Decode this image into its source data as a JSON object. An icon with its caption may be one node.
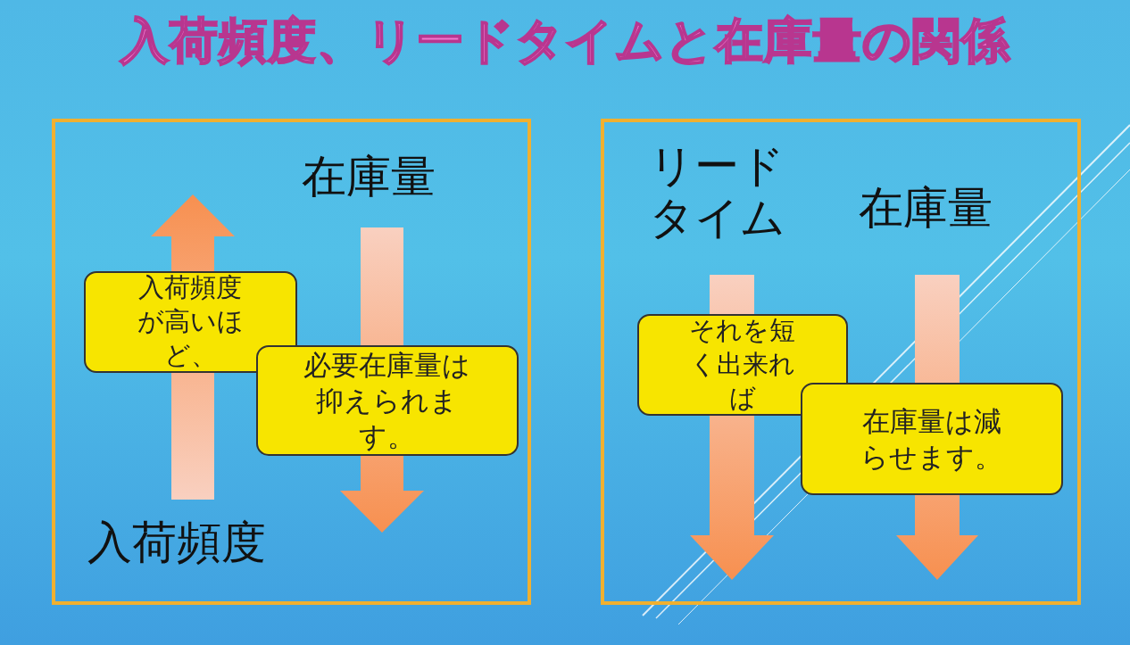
{
  "diagram": {
    "title": "入荷頻度、リードタイムと在庫量の関係",
    "nodes": [
      {
        "text": [],
        "shape": "box"
      },
      {
        "text": [
          "入荷頻度が高いほど、"
        ],
        "in": 0
      },
      {
        "text": [
          "必要在庫量は抑えられます。"
        ],
        "in": 0
      },
      {
        "text": [],
        "shape": "box"
      },
      {
        "text": [
          "それを短く出来れば"
        ],
        "in": 3
      },
      {
        "text": [
          "在庫量は減らせます。"
        ],
        "in": 3
      }
    ],
    "edges": [],
    "labels": [
      "在庫量",
      "入荷頻度",
      "リードタイム",
      "在庫量"
    ]
  }
}
